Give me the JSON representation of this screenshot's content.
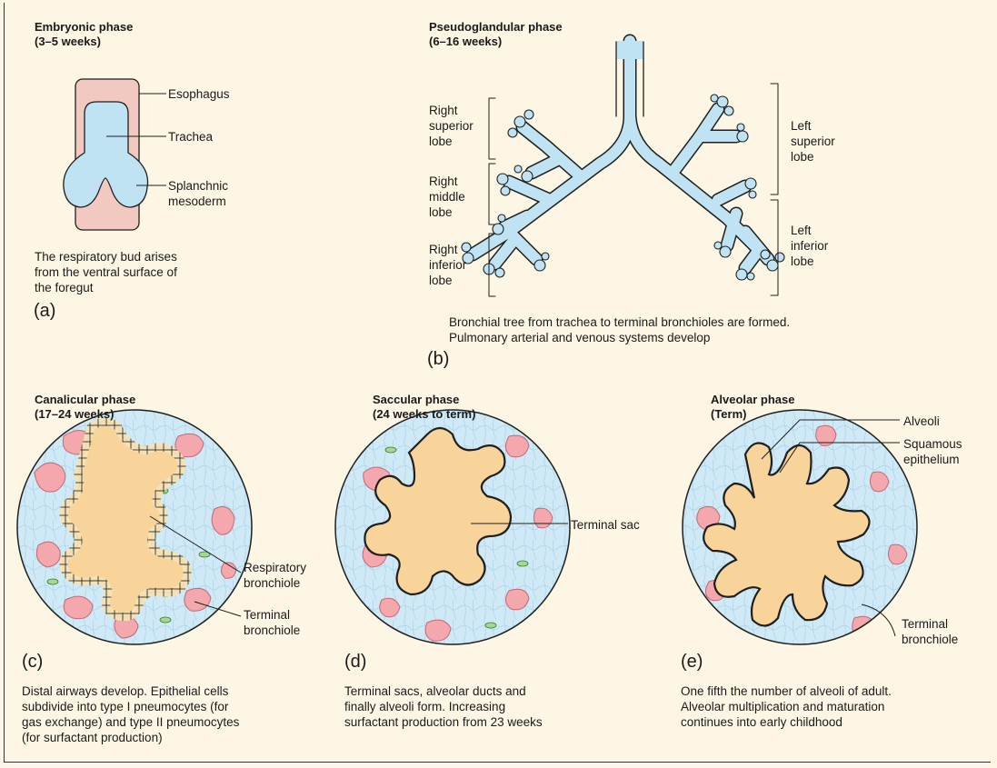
{
  "colors": {
    "background": "#fdf6e4",
    "airway_blue": "#bfe3f3",
    "esophagus_pink": "#f2c9c0",
    "sac_orange": "#f9d49a",
    "capillary_pink": "#f4a7ad",
    "epithelium_cell": "#f6e2b4",
    "green_cell": "#a6d98c"
  },
  "panel_a": {
    "title": "Embryonic phase\n(3–5 weeks)",
    "labels": {
      "esophagus": "Esophagus",
      "trachea": "Trachea",
      "mesoderm": "Splanchnic\nmesoderm"
    },
    "caption": "The respiratory bud arises\nfrom the ventral surface of\nthe foregut",
    "letter": "(a)"
  },
  "panel_b": {
    "title": "Pseudoglandular phase\n(6–16 weeks)",
    "labels": {
      "right_superior": "Right\nsuperior\nlobe",
      "right_middle": "Right\nmiddle\nlobe",
      "right_inferior": "Right\ninferior\nlobe",
      "left_superior": "Left\nsuperior\nlobe",
      "left_inferior": "Left\ninferior\nlobe"
    },
    "caption": "Bronchial tree from trachea to terminal bronchioles are formed.\nPulmonary arterial and venous systems develop",
    "letter": "(b)"
  },
  "panel_c": {
    "title": "Canalicular phase\n(17–24 weeks)",
    "labels": {
      "respiratory_bronchiole": "Respiratory\nbronchiole",
      "terminal_bronchiole": "Terminal\nbronchiole"
    },
    "caption": "Distal airways develop. Epithelial cells\nsubdivide into type I pneumocytes (for\ngas exchange) and type II pneumocytes\n(for surfactant production)",
    "letter": "(c)"
  },
  "panel_d": {
    "title": "Saccular phase\n(24 weeks to term)",
    "labels": {
      "terminal_sac": "Terminal sac"
    },
    "caption": "Terminal sacs, alveolar ducts and\nfinally alveoli form. Increasing\nsurfactant production from 23 weeks",
    "letter": "(d)"
  },
  "panel_e": {
    "title": "Alveolar phase\n(Term)",
    "labels": {
      "alveoli": "Alveoli",
      "squamous": "Squamous\nepithelium",
      "terminal_bronchiole": "Terminal\nbronchiole"
    },
    "caption": "One fifth the number of alveoli of adult.\nAlveolar multiplication and maturation\ncontinues into early childhood",
    "letter": "(e)"
  }
}
